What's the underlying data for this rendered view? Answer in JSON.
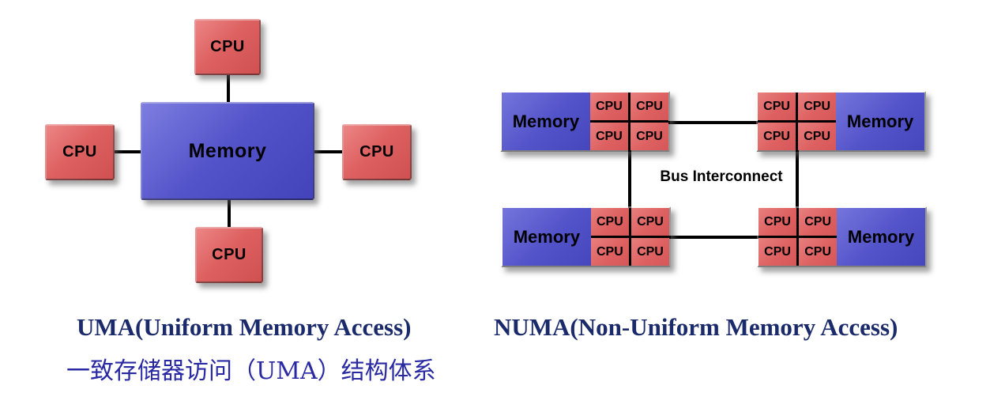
{
  "uma": {
    "memory": "Memory",
    "cpus": [
      "CPU",
      "CPU",
      "CPU",
      "CPU"
    ],
    "caption_en": "UMA(Uniform Memory Access)",
    "caption_zh": "一致存储器访问（UMA）结构体系"
  },
  "numa": {
    "caption_en": "NUMA(Non-Uniform Memory Access)",
    "bus_label": "Bus Interconnect",
    "nodes": [
      {
        "position": "top-left",
        "layout": "memory-left",
        "memory": "Memory",
        "cpus": [
          "CPU",
          "CPU",
          "CPU",
          "CPU"
        ]
      },
      {
        "position": "top-right",
        "layout": "memory-right",
        "memory": "Memory",
        "cpus": [
          "CPU",
          "CPU",
          "CPU",
          "CPU"
        ]
      },
      {
        "position": "bottom-left",
        "layout": "memory-left",
        "memory": "Memory",
        "cpus": [
          "CPU",
          "CPU",
          "CPU",
          "CPU"
        ]
      },
      {
        "position": "bottom-right",
        "layout": "memory-right",
        "memory": "Memory",
        "cpus": [
          "CPU",
          "CPU",
          "CPU",
          "CPU"
        ]
      }
    ]
  },
  "colors": {
    "memory_fill": "#5252c9",
    "cpu_fill": "#de6161",
    "line": "#000000",
    "caption_en_color": "#1b2a6b",
    "caption_zh_color": "#2929a3"
  }
}
